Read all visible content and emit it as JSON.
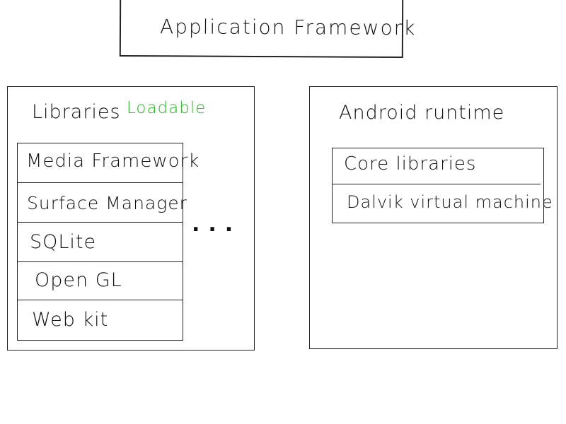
{
  "application_framework": {
    "title": "Application Framework"
  },
  "libraries": {
    "title": "Libraries",
    "annotation": "Loadable",
    "annotation_color": "#22bb22",
    "items": [
      {
        "label": "Media Framework"
      },
      {
        "label": "Surface Manager"
      },
      {
        "label": "SQLite"
      },
      {
        "label": "Open GL"
      },
      {
        "label": "Web kit"
      }
    ],
    "more": "..."
  },
  "android_runtime": {
    "title": "Android runtime",
    "items": [
      {
        "label": "Core libraries"
      },
      {
        "label": "Dalvik virtual machine"
      }
    ]
  }
}
